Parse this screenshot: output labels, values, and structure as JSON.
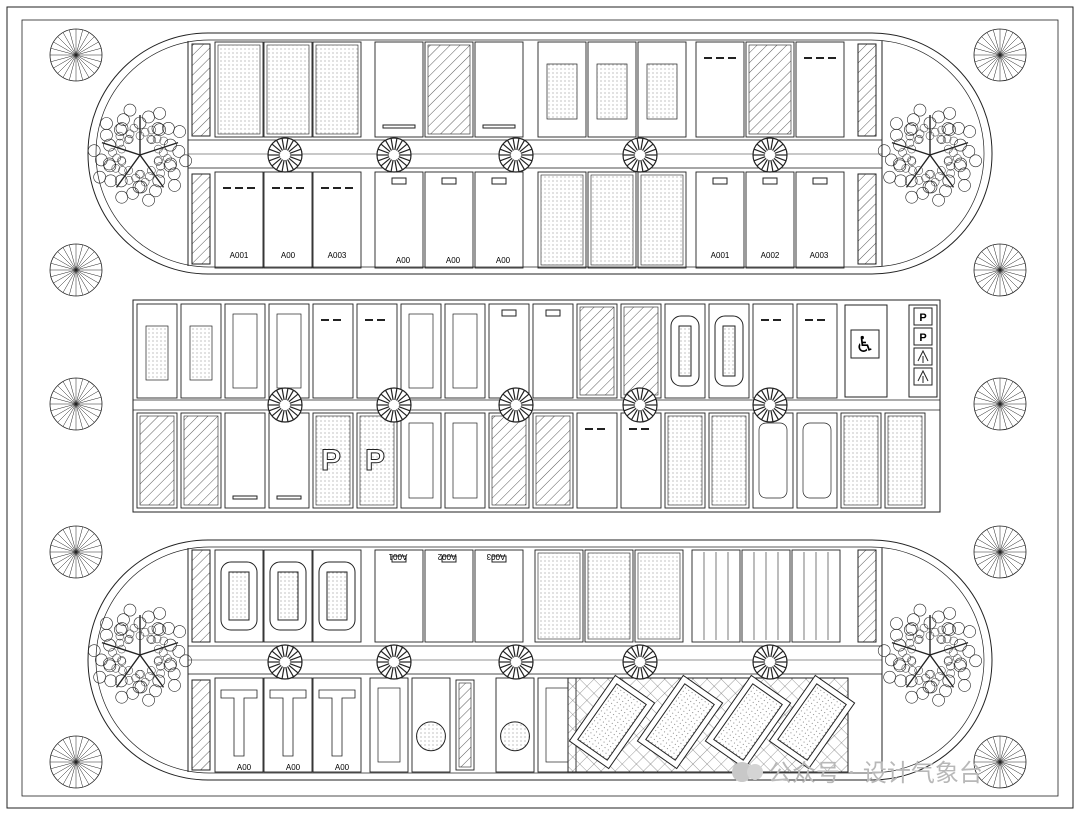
{
  "colors": {
    "line": "#222222",
    "paper": "#ffffff",
    "watermark": "#b8b8b8"
  },
  "plan": {
    "block1": {
      "bay_labels": [
        "A001",
        "A00",
        "A003",
        "A00",
        "A00",
        "A00",
        "A001",
        "A002",
        "A003"
      ]
    },
    "block2": {
      "parking_letters": [
        "P",
        "P"
      ],
      "accessible_symbol": "♿",
      "legend_icons": [
        "parking-icon",
        "parking-icon",
        "tree-icon",
        "tree-icon"
      ]
    },
    "block3": {
      "bay_labels_top": [
        "A001",
        "A002",
        "A003"
      ],
      "bay_labels_bottom": [
        "A00",
        "A00",
        "A00"
      ]
    }
  },
  "watermark": {
    "text": "公众号 · 设计气象台"
  }
}
